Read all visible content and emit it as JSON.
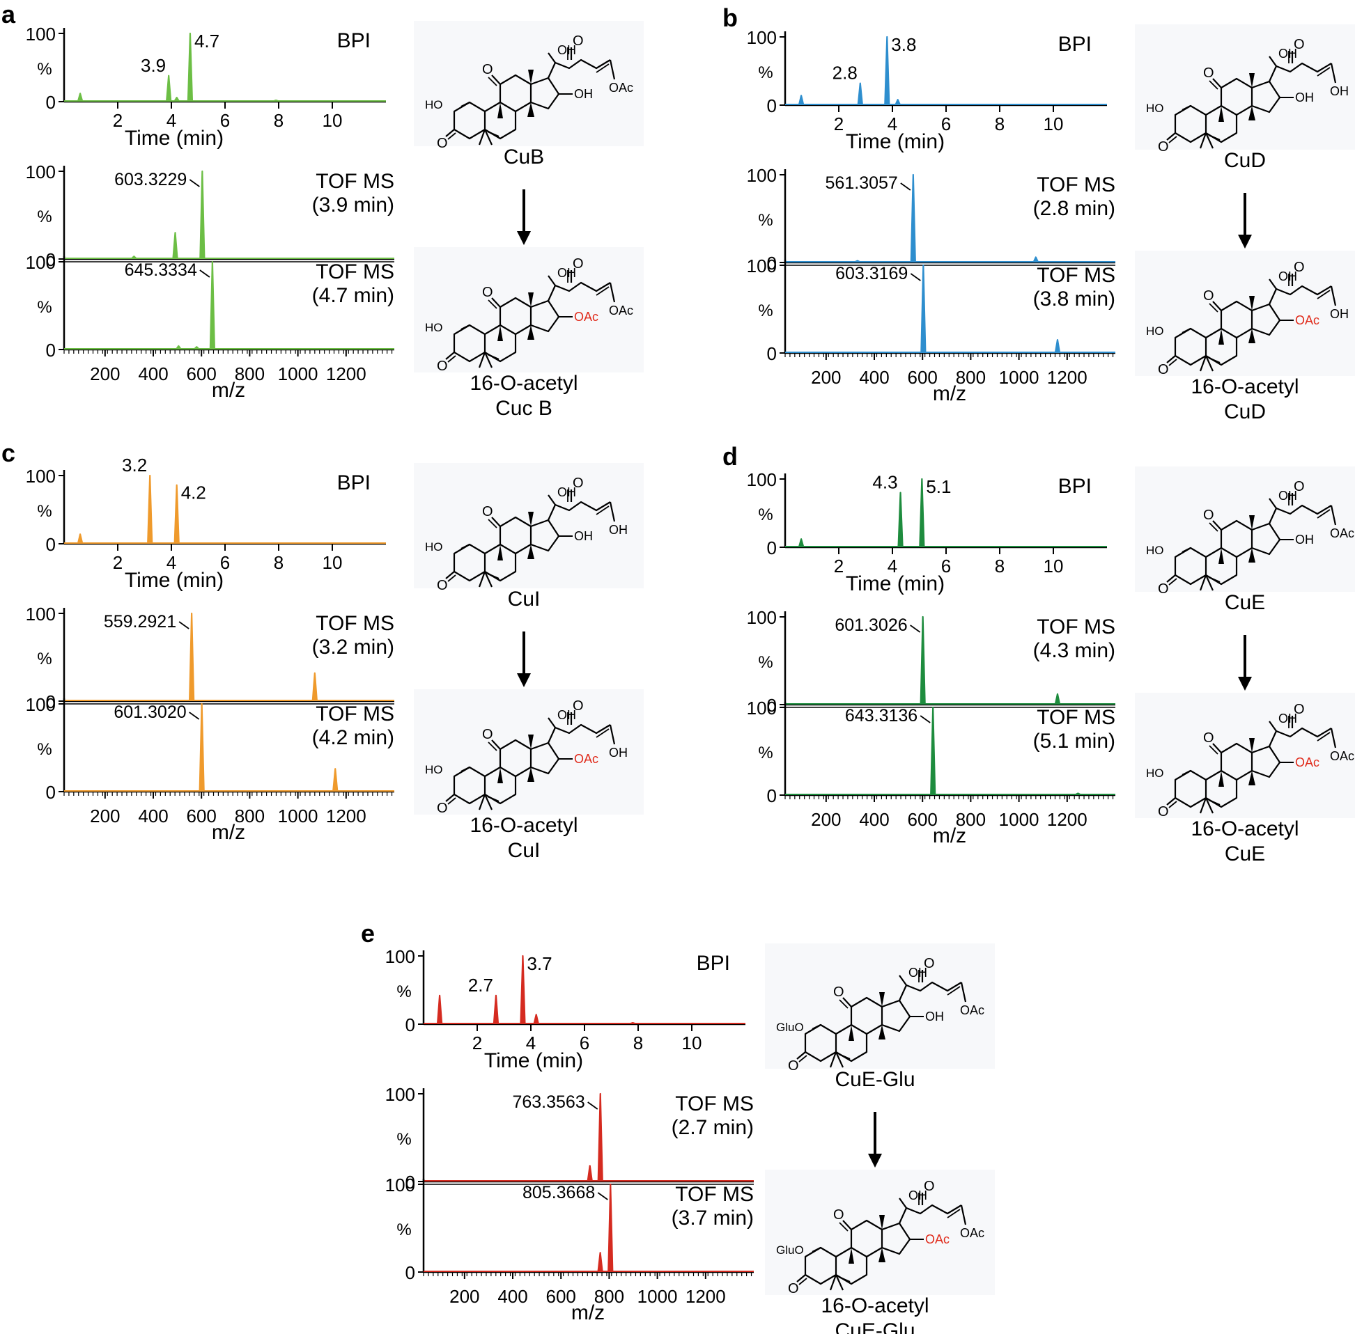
{
  "chart_data": [
    {
      "panel": "a",
      "type": "line",
      "color": "#6cbe45",
      "bpi": {
        "label": "BPI",
        "xlabel": "Time (min)",
        "ylabel": "%",
        "xlim": [
          0,
          12
        ],
        "ylim": [
          0,
          100
        ],
        "xticks": [
          2,
          4,
          6,
          8,
          10
        ],
        "yticks": [
          0,
          100
        ],
        "peaks": [
          {
            "x": 0.6,
            "y": 12
          },
          {
            "x": 3.9,
            "y": 38,
            "label": "3.9"
          },
          {
            "x": 4.2,
            "y": 6
          },
          {
            "x": 4.7,
            "y": 100,
            "label": "4.7"
          },
          {
            "x": 7.9,
            "y": 2
          }
        ]
      },
      "ms": [
        {
          "label": "TOF MS",
          "time": "(3.9 min)",
          "ylabel": "%",
          "yticks": [
            0,
            100
          ],
          "peaks": [
            {
              "x": 491,
              "y": 30
            },
            {
              "x": 320,
              "y": 3
            },
            {
              "x": 603.3,
              "y": 100,
              "label": "603.3229"
            }
          ]
        },
        {
          "label": "TOF MS",
          "time": "(4.7 min)",
          "ylabel": "%",
          "yticks": [
            0,
            100
          ],
          "xlabel": "m/z",
          "xticks": [
            200,
            400,
            600,
            800,
            1000,
            1200
          ],
          "xlim": [
            30,
            1400
          ],
          "peaks": [
            {
              "x": 645.3,
              "y": 100,
              "label": "645.3334"
            },
            {
              "x": 505,
              "y": 4
            },
            {
              "x": 580,
              "y": 3
            }
          ]
        }
      ],
      "structures": {
        "top": "CuB",
        "bottom_line1": "16-O-acetyl",
        "bottom_line2": "Cuc B",
        "labels": {
          "ho": "HO",
          "o3": "O",
          "o11": "O",
          "oh20": "OH",
          "o22": "O",
          "oh16": "OH",
          "oac16": "OAc",
          "r25": "OAc"
        }
      }
    },
    {
      "panel": "b",
      "type": "line",
      "color": "#2e8ece",
      "bpi": {
        "label": "BPI",
        "xlabel": "Time (min)",
        "ylabel": "%",
        "xlim": [
          0,
          12
        ],
        "ylim": [
          0,
          100
        ],
        "xticks": [
          2,
          4,
          6,
          8,
          10
        ],
        "yticks": [
          0,
          100
        ],
        "peaks": [
          {
            "x": 0.6,
            "y": 14
          },
          {
            "x": 2.8,
            "y": 32,
            "label": "2.8"
          },
          {
            "x": 3.8,
            "y": 100,
            "label": "3.8"
          },
          {
            "x": 4.2,
            "y": 8
          }
        ]
      },
      "ms": [
        {
          "label": "TOF MS",
          "time": "(2.8 min)",
          "ylabel": "%",
          "yticks": [
            0,
            100
          ],
          "peaks": [
            {
              "x": 561.3,
              "y": 100,
              "label": "561.3057"
            },
            {
              "x": 1070,
              "y": 6
            },
            {
              "x": 330,
              "y": 2
            }
          ]
        },
        {
          "label": "TOF MS",
          "time": "(3.8 min)",
          "ylabel": "%",
          "yticks": [
            0,
            100
          ],
          "xlabel": "m/z",
          "xticks": [
            200,
            400,
            600,
            800,
            1000,
            1200
          ],
          "xlim": [
            30,
            1400
          ],
          "peaks": [
            {
              "x": 603.3,
              "y": 100,
              "label": "603.3169"
            },
            {
              "x": 1160,
              "y": 15
            }
          ]
        }
      ],
      "structures": {
        "top": "CuD",
        "bottom_line1": "16-O-acetyl",
        "bottom_line2": "CuD",
        "labels": {
          "ho": "HO",
          "o3": "O",
          "o11": "O",
          "oh20": "OH",
          "o22": "O",
          "oh16": "OH",
          "oac16": "OAc",
          "r25": "OH"
        }
      }
    },
    {
      "panel": "c",
      "type": "line",
      "color": "#ef9a2c",
      "bpi": {
        "label": "BPI",
        "xlabel": "Time (min)",
        "ylabel": "%",
        "xlim": [
          0,
          12
        ],
        "ylim": [
          0,
          100
        ],
        "xticks": [
          2,
          4,
          6,
          8,
          10
        ],
        "yticks": [
          0,
          100
        ],
        "peaks": [
          {
            "x": 0.6,
            "y": 14
          },
          {
            "x": 3.2,
            "y": 100,
            "label": "3.2"
          },
          {
            "x": 4.2,
            "y": 86,
            "label": "4.2"
          }
        ]
      },
      "ms": [
        {
          "label": "TOF MS",
          "time": "(3.2 min)",
          "ylabel": "%",
          "yticks": [
            0,
            100
          ],
          "peaks": [
            {
              "x": 559.3,
              "y": 100,
              "label": "559.2921"
            },
            {
              "x": 1070,
              "y": 32
            }
          ]
        },
        {
          "label": "TOF MS",
          "time": "(4.2 min)",
          "ylabel": "%",
          "yticks": [
            0,
            100
          ],
          "xlabel": "m/z",
          "xticks": [
            200,
            400,
            600,
            800,
            1000,
            1200
          ],
          "xlim": [
            30,
            1400
          ],
          "peaks": [
            {
              "x": 601.3,
              "y": 100,
              "label": "601.3020"
            },
            {
              "x": 1155,
              "y": 26
            }
          ]
        }
      ],
      "structures": {
        "top": "CuI",
        "bottom_line1": "16-O-acetyl",
        "bottom_line2": "CuI",
        "labels": {
          "ho": "HO",
          "o3": "O",
          "o11": "O",
          "oh20": "OH",
          "o22": "O",
          "oh16": "OH",
          "oac16": "OAc",
          "r25": "OH"
        }
      }
    },
    {
      "panel": "d",
      "type": "line",
      "color": "#1e8c3e",
      "bpi": {
        "label": "BPI",
        "xlabel": "Time (min)",
        "ylabel": "%",
        "xlim": [
          0,
          12
        ],
        "ylim": [
          0,
          100
        ],
        "xticks": [
          2,
          4,
          6,
          8,
          10
        ],
        "yticks": [
          0,
          100
        ],
        "peaks": [
          {
            "x": 0.6,
            "y": 12
          },
          {
            "x": 4.3,
            "y": 80,
            "label": "4.3"
          },
          {
            "x": 5.1,
            "y": 100,
            "label": "5.1"
          }
        ]
      },
      "ms": [
        {
          "label": "TOF MS",
          "time": "(4.3 min)",
          "ylabel": "%",
          "yticks": [
            0,
            100
          ],
          "peaks": [
            {
              "x": 601.3,
              "y": 100,
              "label": "601.3026"
            },
            {
              "x": 1160,
              "y": 12
            }
          ]
        },
        {
          "label": "TOF MS",
          "time": "(5.1 min)",
          "ylabel": "%",
          "yticks": [
            0,
            100
          ],
          "xlabel": "m/z",
          "xticks": [
            200,
            400,
            600,
            800,
            1000,
            1200
          ],
          "xlim": [
            30,
            1400
          ],
          "peaks": [
            {
              "x": 643.3,
              "y": 100,
              "label": "643.3136"
            },
            {
              "x": 1245,
              "y": 2
            }
          ]
        }
      ],
      "structures": {
        "top": "CuE",
        "bottom_line1": "16-O-acetyl",
        "bottom_line2": "CuE",
        "labels": {
          "ho": "HO",
          "o3": "O",
          "o11": "O",
          "oh20": "OH",
          "o22": "O",
          "oh16": "OH",
          "oac16": "OAc",
          "r25": "OAc"
        }
      }
    },
    {
      "panel": "e",
      "type": "line",
      "color": "#d52b20",
      "bpi": {
        "label": "BPI",
        "xlabel": "Time (min)",
        "ylabel": "%",
        "xlim": [
          0,
          12
        ],
        "ylim": [
          0,
          100
        ],
        "xticks": [
          2,
          4,
          6,
          8,
          10
        ],
        "yticks": [
          0,
          100
        ],
        "peaks": [
          {
            "x": 0.6,
            "y": 42
          },
          {
            "x": 2.7,
            "y": 42,
            "label": "2.7"
          },
          {
            "x": 3.7,
            "y": 100,
            "label": "3.7"
          },
          {
            "x": 4.2,
            "y": 14
          },
          {
            "x": 7.8,
            "y": 2
          }
        ]
      },
      "ms": [
        {
          "label": "TOF MS",
          "time": "(2.7 min)",
          "ylabel": "%",
          "yticks": [
            0,
            100
          ],
          "peaks": [
            {
              "x": 763.4,
              "y": 100,
              "label": "763.3563"
            },
            {
              "x": 720,
              "y": 18
            }
          ]
        },
        {
          "label": "TOF MS",
          "time": "(3.7 min)",
          "ylabel": "%",
          "yticks": [
            0,
            100
          ],
          "xlabel": "m/z",
          "xticks": [
            200,
            400,
            600,
            800,
            1000,
            1200
          ],
          "xlim": [
            30,
            1400
          ],
          "peaks": [
            {
              "x": 805.4,
              "y": 100,
              "label": "805.3668"
            },
            {
              "x": 763,
              "y": 22
            }
          ]
        }
      ],
      "structures": {
        "top": "CuE-Glu",
        "bottom_line1": "16-O-acetyl",
        "bottom_line2": "CuE-Glu",
        "labels": {
          "ho": "GluO",
          "o3": "O",
          "o11": "O",
          "oh20": "OH",
          "o22": "O",
          "oh16": "OH",
          "oac16": "OAc",
          "r25": "OAc"
        }
      }
    }
  ]
}
